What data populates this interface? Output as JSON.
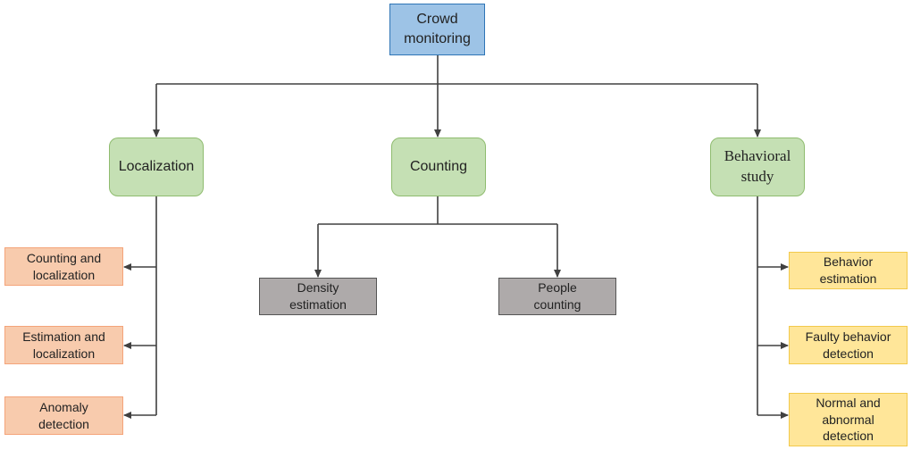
{
  "root": {
    "label_line1": "Crowd",
    "label_line2": "monitoring"
  },
  "categories": {
    "localization": {
      "label": "Localization"
    },
    "counting": {
      "label": "Counting"
    },
    "behavioral": {
      "label_line1": "Behavioral",
      "label_line2": "study"
    }
  },
  "localization_children": [
    {
      "line1": "Counting and",
      "line2": "localization"
    },
    {
      "line1": "Estimation and",
      "line2": "localization"
    },
    {
      "line1": "Anomaly",
      "line2": "detection"
    }
  ],
  "counting_children": [
    {
      "line1": "Density",
      "line2": "estimation"
    },
    {
      "line1": "People",
      "line2": "counting"
    }
  ],
  "behavioral_children": [
    {
      "line1": "Behavior",
      "line2": "estimation"
    },
    {
      "line1": "Faulty behavior",
      "line2": "detection"
    },
    {
      "line1": "Normal and",
      "line2": "abnormal",
      "line3": "detection"
    }
  ],
  "colors": {
    "root_fill": "#9dc3e6",
    "category_fill": "#c5e0b4",
    "localization_fill": "#f8cbad",
    "counting_fill": "#aeaaaa",
    "behavioral_fill": "#ffe699",
    "connector": "#404040"
  }
}
